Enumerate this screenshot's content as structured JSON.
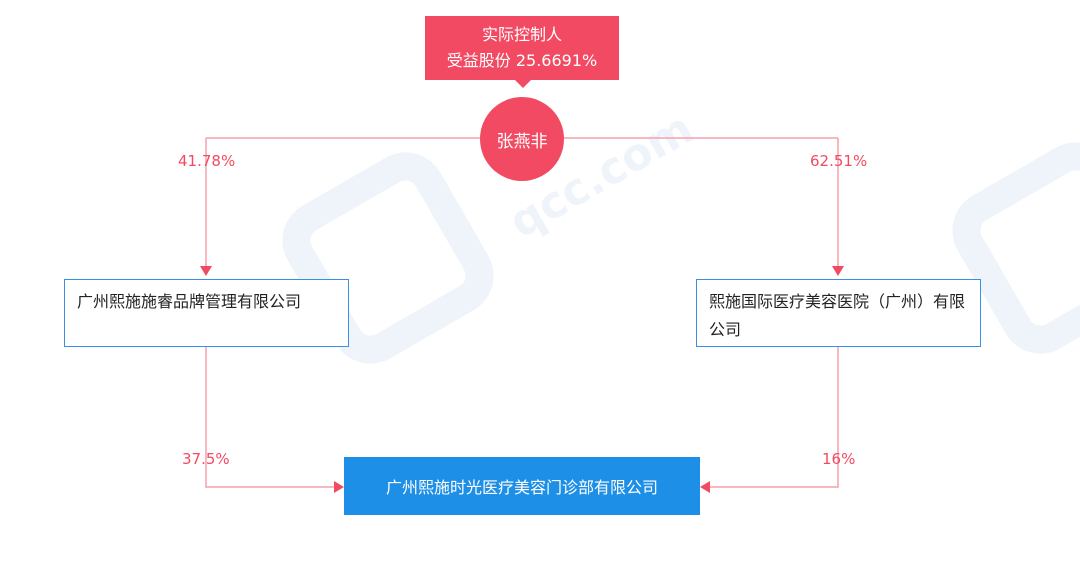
{
  "controller": {
    "label": "实际控制人",
    "benefit": "受益股份 25.6691%",
    "name": "张燕非"
  },
  "left": {
    "pct_in": "41.78%",
    "name": "广州熙施施睿品牌管理有限公司",
    "pct_out": "37.5%"
  },
  "right": {
    "pct_in": "62.51%",
    "name": "熙施国际医疗美容医院（广州）有限公司",
    "pct_out": "16%"
  },
  "target": {
    "name": "广州熙施时光医疗美容门诊部有限公司"
  },
  "watermark": "qcc.com",
  "colors": {
    "accent": "#f24a62",
    "blue": "#1e8fe6",
    "line": "#f5a0ab"
  }
}
